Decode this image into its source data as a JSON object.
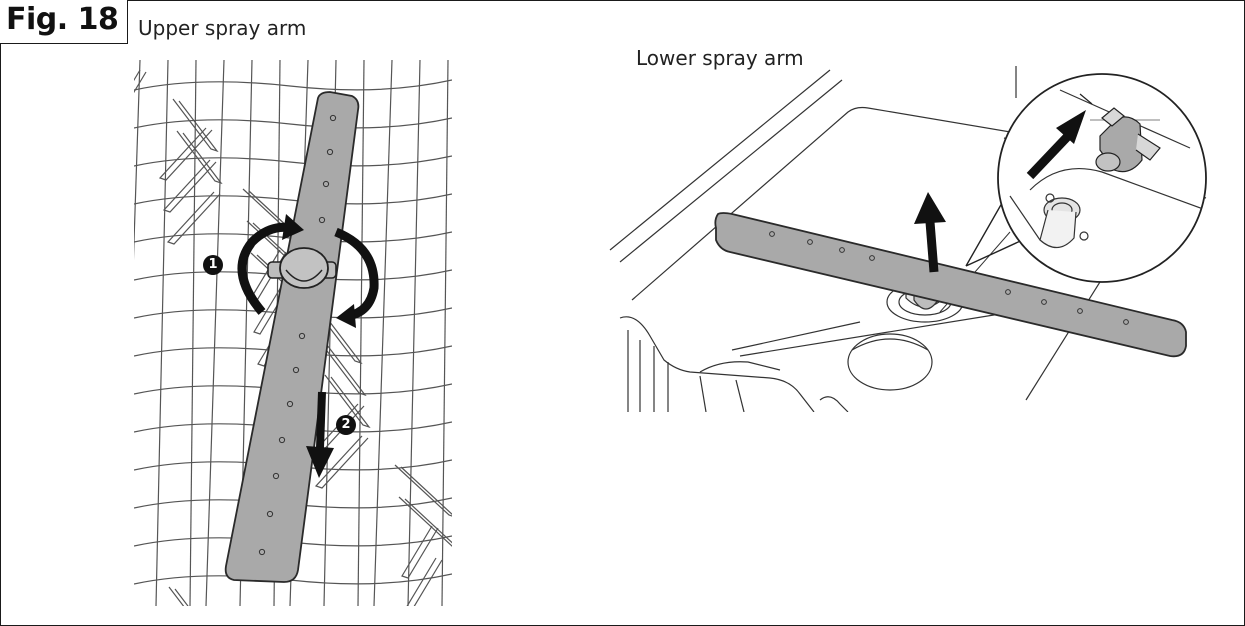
{
  "figure": {
    "label": "Fig. 18",
    "upper_caption": "Upper spray arm",
    "lower_caption": "Lower spray arm"
  },
  "steps": {
    "step1": "1",
    "step2": "2"
  },
  "colors": {
    "arm_fill": "#a9a9a9",
    "arm_stroke": "#2a2a2a",
    "line": "#333333",
    "arrow": "#111111",
    "background": "#ffffff"
  }
}
